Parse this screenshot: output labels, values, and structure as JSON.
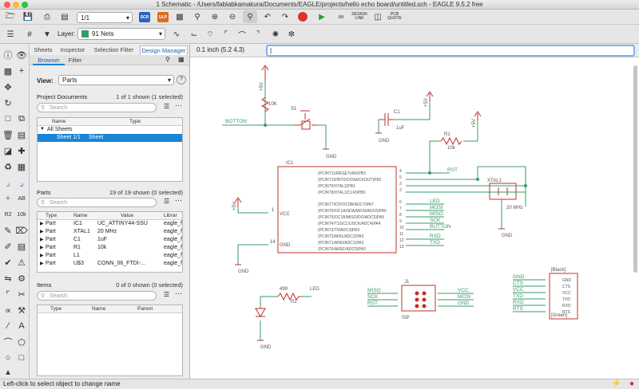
{
  "window": {
    "title": "1 Schematic - /Users/fablabkamakura/Documents/EAGLE/projects/hello echo board/untitled.sch - EAGLE 9.5.2 free"
  },
  "toolbar": {
    "sheet_select": "1/1",
    "scr_label": "SCR",
    "ulp_label": "ULP",
    "design_link": "DESIGN LINK",
    "pcb_quote": "PCB QUOTE",
    "layer_label": "Layer:",
    "layer_value": "91 Nets"
  },
  "coord": {
    "readout": "0.1 inch (5.2 4.3)",
    "command_value": ""
  },
  "panel": {
    "tabs": [
      "Sheets",
      "Inspector",
      "Selection Filter",
      "Design Manager"
    ],
    "subtabs": [
      "Browser",
      "Filter"
    ],
    "view_label": "View:",
    "view_value": "Parts",
    "project_documents": {
      "title": "Project Documents",
      "count": "1 of 1 shown (1 selected)",
      "search_placeholder": "Search",
      "columns": [
        "Name",
        "Type"
      ],
      "rows": [
        {
          "name": "All Sheets",
          "type": ""
        },
        {
          "name": "Sheet 1/1",
          "type": "Sheet"
        }
      ]
    },
    "parts": {
      "title": "Parts",
      "count": "19 of 19 shown (0 selected)",
      "search_placeholder": "Search",
      "columns": [
        "Type",
        "Name",
        "Value",
        "Librar"
      ],
      "rows": [
        {
          "type": "Part",
          "name": "IC1",
          "value": "UC_ATTINY44-SSU",
          "lib": "eagle_f"
        },
        {
          "type": "Part",
          "name": "XTAL1",
          "value": "20 MHz",
          "lib": "eagle_f"
        },
        {
          "type": "Part",
          "name": "C1",
          "value": "1uF",
          "lib": "eagle_f"
        },
        {
          "type": "Part",
          "name": "R1",
          "value": "10k",
          "lib": "eagle_f"
        },
        {
          "type": "Part",
          "name": "L1",
          "value": "",
          "lib": "eagle_f"
        },
        {
          "type": "Part",
          "name": "U$3",
          "value": "CONN_06_FTDI-...",
          "lib": "eagle_f"
        }
      ]
    },
    "items": {
      "title": "Items",
      "count": "0 of 0 shown (0 selected)",
      "search_placeholder": "Search",
      "columns": [
        "Type",
        "Name",
        "Parent"
      ]
    }
  },
  "schematic": {
    "ic1": {
      "name": "IC1",
      "left_pins": [
        "VCC",
        "GND"
      ],
      "left_nums": [
        "1",
        "14"
      ],
      "right_pins": [
        "(PCINT11/RESET/dW)PB3",
        "(PCINT10/INT0/OC0A/CKOUT)PB2",
        "(PCINT9/XTAL2)PB1",
        "(PCINT8/XTAL1/CLKI)PB0",
        "(PCINT7/ICP/OC0B/ADC7)PA7",
        "(PCINT6/OC1A/SDA/MOSI/ADC6)PA6",
        "(PCINT5/OC1B/MISO/DO/ADC5)PA5",
        "(PCINT4/T1/SCL/USCK/ADC4)PA4",
        "(PCINT3/T0/ADC3)PA3",
        "(PCINT2/AIN1/ADC2)PA2",
        "(PCINT1/AIN0/ADC1)PA1",
        "(PCINT0/AREF/ADC0)PA0"
      ],
      "right_nums": [
        "4",
        "5",
        "3",
        "2",
        "6",
        "7",
        "8",
        "9",
        "10",
        "11",
        "12",
        "13"
      ]
    },
    "nets": {
      "led": "LED",
      "mosi": "MOSI",
      "miso": "MISO",
      "sck": "SCK",
      "button": "BUTTON",
      "rxd": "RXD",
      "txd": "TXD",
      "rst": "RST",
      "botton": "BOTTON",
      "gnd": "GND",
      "vcc": "VCC",
      "mhz": "20 MHz",
      "five_v": "+5V"
    },
    "parts": {
      "s1": "S1",
      "r_sw": "10K",
      "c1": "C1",
      "c1v": "1uF",
      "r1": "R1",
      "r1v": "10k",
      "xtal": "XTAL1",
      "r_led": "499",
      "r_led_name": "R2",
      "led_name": "LED"
    },
    "isp": {
      "name": "J1",
      "left": [
        "MISO",
        "SCK",
        "RST"
      ],
      "right": [
        "VCC",
        "MOSI",
        "GND"
      ],
      "label": "ISP"
    },
    "ftdi": {
      "pins": [
        "GND",
        "CTS",
        "VCC",
        "TXD",
        "RXD",
        "RTS"
      ],
      "black": "[Black]",
      "green": "[Green]"
    }
  },
  "status": {
    "hint": "Left-click to select object to change name"
  },
  "colors": {
    "accent": "#2a6ebb",
    "net": "#3a9a6b",
    "part": "#c0302a",
    "selection": "#1a84d6"
  }
}
